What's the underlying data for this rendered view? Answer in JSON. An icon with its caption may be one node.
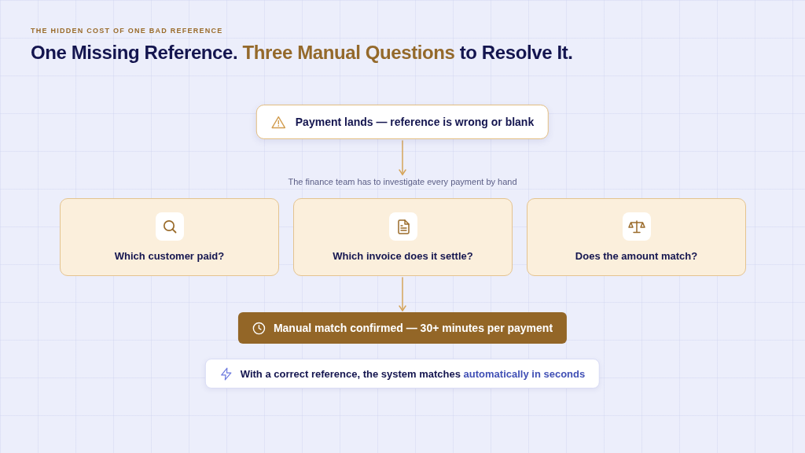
{
  "diagram": {
    "title": "One Missing Reference. **Three Manual Questions** to Resolve It.",
    "nodes": [
      {
        "text": [
          "Payment lands — reference is wrong or blank"
        ]
      },
      {
        "text": [
          "The finance team has to investigate every payment by hand"
        ]
      },
      {
        "text": [
          "Which customer paid?"
        ]
      },
      {
        "text": [
          "Which invoice does it settle?"
        ]
      },
      {
        "text": [
          "Does the amount match?"
        ]
      },
      {
        "text": [
          "Manual match confirmed — 30+ minutes per payment"
        ]
      },
      {
        "text": [
          "With a correct reference, the system matches **automatically in seconds**"
        ]
      }
    ],
    "edges": [
      {
        "from": 0,
        "to": 1,
        "arrow": "to"
      },
      {
        "from": 3,
        "to": 5,
        "arrow": "to"
      }
    ],
    "labels": [
      "THE HIDDEN COST OF ONE BAD REFERENCE"
    ]
  }
}
